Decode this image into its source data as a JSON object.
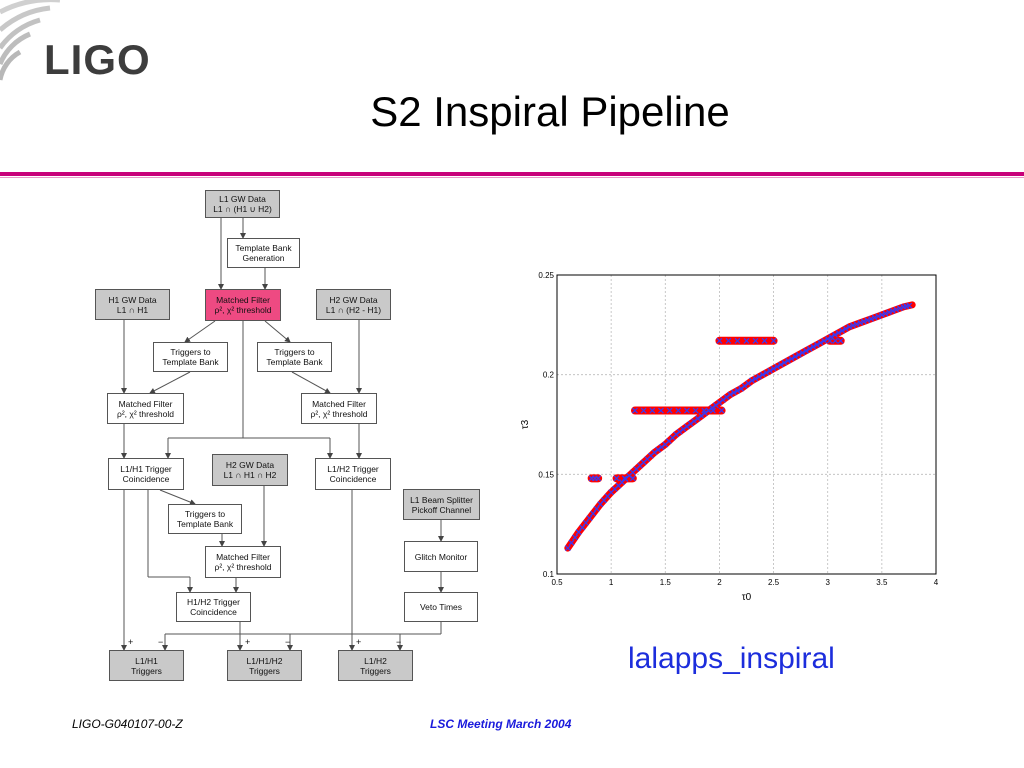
{
  "header": {
    "logo_text": "LIGO",
    "title": "S2 Inspiral Pipeline"
  },
  "diagram": {
    "nodes": {
      "l1_gw": {
        "line1": "L1 GW Data",
        "line2": "L1 ∩ (H1 ∪ H2)"
      },
      "template_bank": {
        "line1": "Template Bank",
        "line2": "Generation"
      },
      "mf_top": {
        "line1": "Matched Filter",
        "line2": "ρ², χ² threshold"
      },
      "h1_gw": {
        "line1": "H1 GW Data",
        "line2": "L1 ∩ H1"
      },
      "h2_gw": {
        "line1": "H2 GW Data",
        "line2": "L1 ∩ (H2 - H1)"
      },
      "trig_tb_left": {
        "line1": "Triggers to",
        "line2": "Template Bank"
      },
      "trig_tb_right": {
        "line1": "Triggers to",
        "line2": "Template Bank"
      },
      "mf_left": {
        "line1": "Matched Filter",
        "line2": "ρ², χ² threshold"
      },
      "mf_right": {
        "line1": "Matched Filter",
        "line2": "ρ², χ² threshold"
      },
      "l1h1_coinc": {
        "line1": "L1/H1 Trigger",
        "line2": "Coincidence"
      },
      "h2_gw_mid": {
        "line1": "H2 GW Data",
        "line2": "L1 ∩ H1 ∩ H2"
      },
      "l1h2_coinc": {
        "line1": "L1/H2 Trigger",
        "line2": "Coincidence"
      },
      "l1_beam": {
        "line1": "L1 Beam Splitter",
        "line2": "Pickoff Channel"
      },
      "trig_tb_mid": {
        "line1": "Triggers to",
        "line2": "Template Bank"
      },
      "glitch": {
        "line1": "Glitch Monitor",
        "line2": ""
      },
      "mf_mid": {
        "line1": "Matched Filter",
        "line2": "ρ², χ² threshold"
      },
      "h1h2_coinc": {
        "line1": "H1/H2 Trigger",
        "line2": "Coincidence"
      },
      "veto": {
        "line1": "Veto Times",
        "line2": ""
      },
      "out_l1h1": {
        "line1": "L1/H1",
        "line2": "Triggers"
      },
      "out_l1h1h2": {
        "line1": "L1/H1/H2",
        "line2": "Triggers"
      },
      "out_l1h2": {
        "line1": "L1/H2",
        "line2": "Triggers"
      }
    },
    "signs": {
      "plus": "+",
      "minus": "−"
    }
  },
  "chart_data": {
    "type": "scatter",
    "title": "",
    "xlabel": "τ0",
    "ylabel": "τ3",
    "xlim": [
      0.5,
      4
    ],
    "ylim": [
      0.1,
      0.25
    ],
    "xticks": [
      0.5,
      1,
      1.5,
      2,
      2.5,
      3,
      3.5,
      4
    ],
    "yticks": [
      0.1,
      0.15,
      0.2,
      0.25
    ],
    "xtick_labels": [
      "0.5",
      "1",
      "1.5",
      "2",
      "2.5",
      "3",
      "3.5",
      "4"
    ],
    "ytick_labels": [
      "0.1",
      "0.15",
      "0.2",
      "0.25"
    ],
    "grid": true,
    "curve": {
      "x": [
        0.6,
        0.7,
        0.8,
        0.9,
        1.0,
        1.1,
        1.2,
        1.3,
        1.4,
        1.5,
        1.6,
        1.7,
        1.8,
        1.9,
        2.0,
        2.1,
        2.2,
        2.3,
        2.4,
        2.5,
        2.6,
        2.7,
        2.8,
        2.9,
        3.0,
        3.1,
        3.2,
        3.3,
        3.4,
        3.5,
        3.6,
        3.7,
        3.78
      ],
      "y": [
        0.113,
        0.121,
        0.128,
        0.135,
        0.141,
        0.146,
        0.151,
        0.156,
        0.161,
        0.165,
        0.17,
        0.174,
        0.178,
        0.182,
        0.186,
        0.19,
        0.193,
        0.197,
        0.2,
        0.203,
        0.206,
        0.209,
        0.212,
        0.215,
        0.218,
        0.221,
        0.224,
        0.226,
        0.228,
        0.23,
        0.232,
        0.234,
        0.235
      ]
    },
    "plateaus": [
      {
        "x_start": 0.82,
        "x_end": 0.88,
        "y": 0.148
      },
      {
        "x_start": 1.05,
        "x_end": 1.2,
        "y": 0.148
      },
      {
        "x_start": 1.22,
        "x_end": 2.02,
        "y": 0.182
      },
      {
        "x_start": 2.0,
        "x_end": 2.5,
        "y": 0.217
      },
      {
        "x_start": 3.02,
        "x_end": 3.12,
        "y": 0.217
      }
    ],
    "colors": {
      "curve": "#ff0000",
      "markers": "#3a3af0",
      "grid": "#bbbbbb"
    }
  },
  "caption": "lalapps_inspiral",
  "footer": {
    "left": "LIGO-G040107-00-Z",
    "center": "LSC Meeting March 2004"
  }
}
